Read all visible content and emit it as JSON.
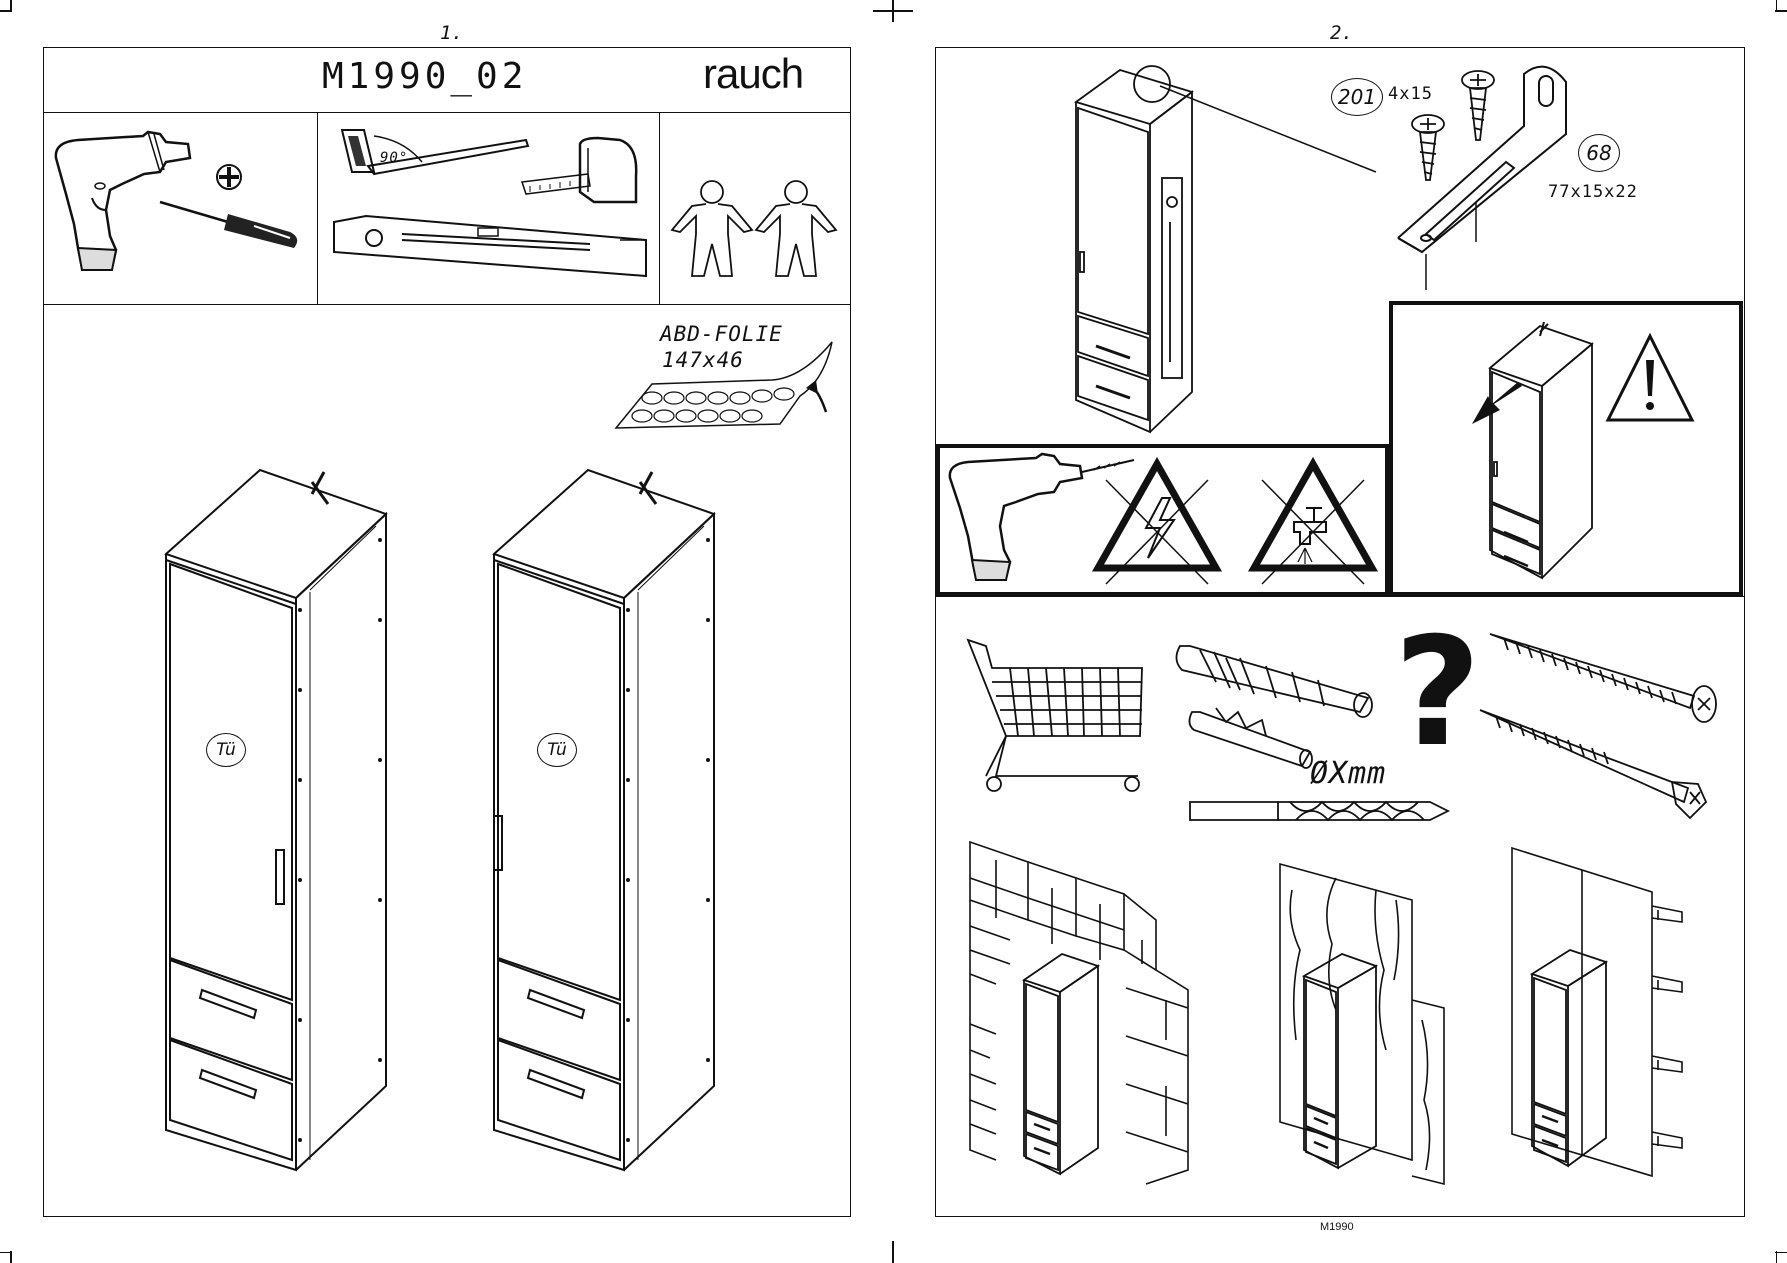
{
  "pages": [
    {
      "number": "1."
    },
    {
      "number": "2."
    }
  ],
  "header": {
    "model": "M1990_02",
    "brand": "rauch"
  },
  "tools": {
    "square_angle": "90°"
  },
  "foil": {
    "name": "ABD-FOLIE",
    "size": "147x46"
  },
  "cabinet_label": "Tü",
  "parts": [
    {
      "id": "201",
      "size": "4x15"
    },
    {
      "id": "68",
      "size": "77x15x22"
    }
  ],
  "drill_label": "ØXmm",
  "question_mark": "?",
  "footer": "M1990"
}
